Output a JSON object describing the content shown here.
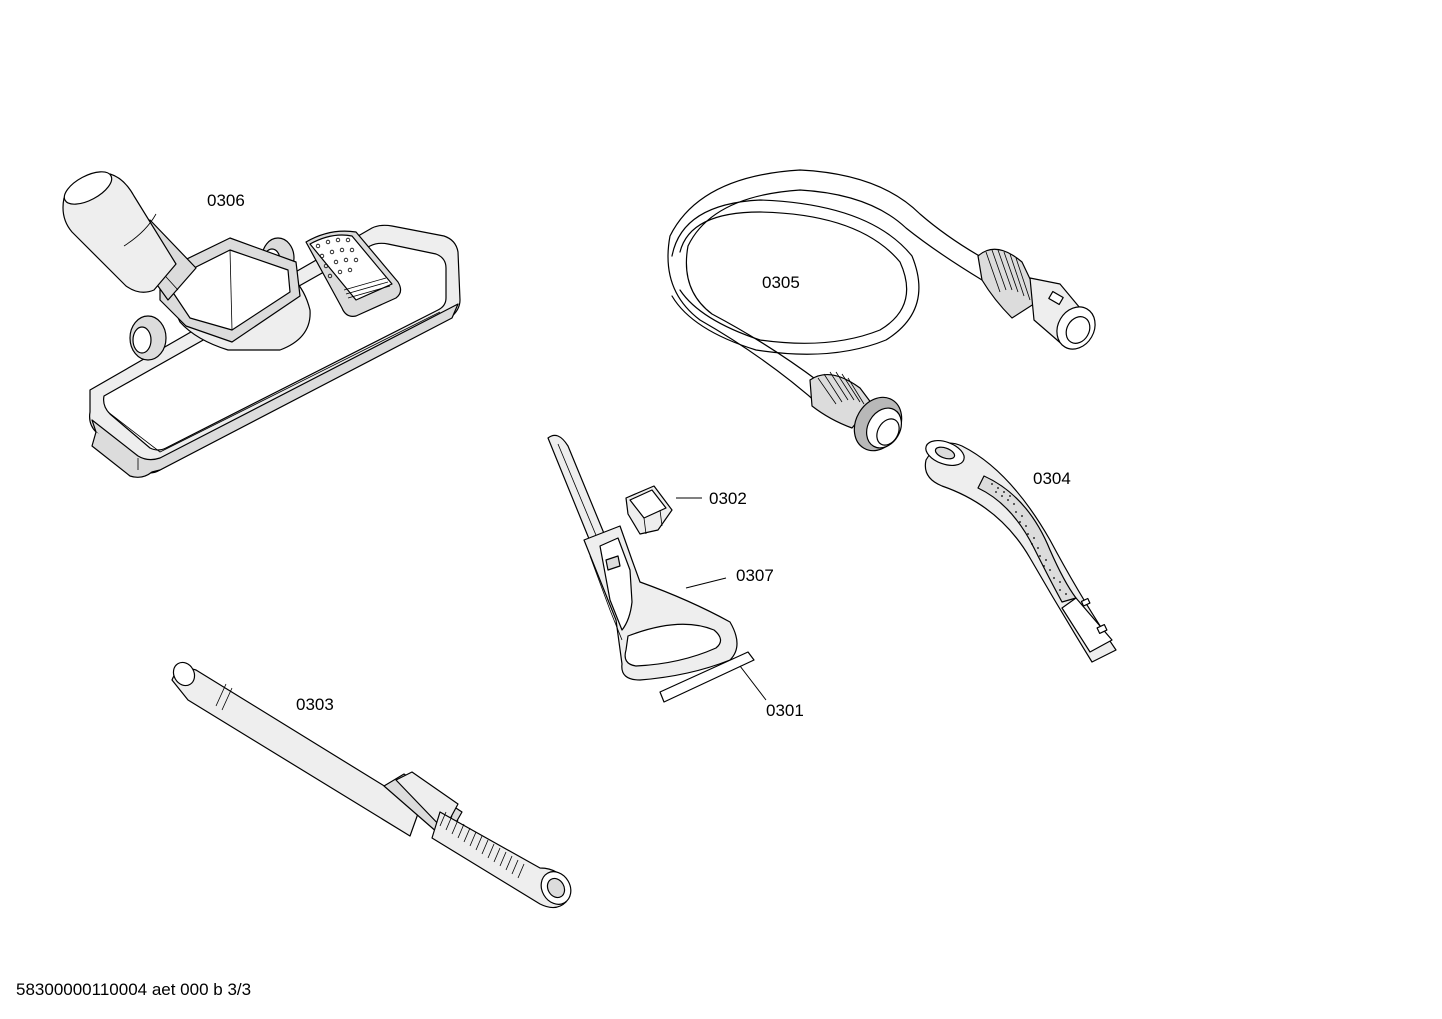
{
  "diagram": {
    "parts": [
      {
        "id": "0306",
        "label": "0306"
      },
      {
        "id": "0305",
        "label": "0305"
      },
      {
        "id": "0304",
        "label": "0304"
      },
      {
        "id": "0302",
        "label": "0302"
      },
      {
        "id": "0307",
        "label": "0307"
      },
      {
        "id": "0301",
        "label": "0301"
      },
      {
        "id": "0303",
        "label": "0303"
      }
    ],
    "footer": "58300000110004 aet 000 b 3/3"
  }
}
